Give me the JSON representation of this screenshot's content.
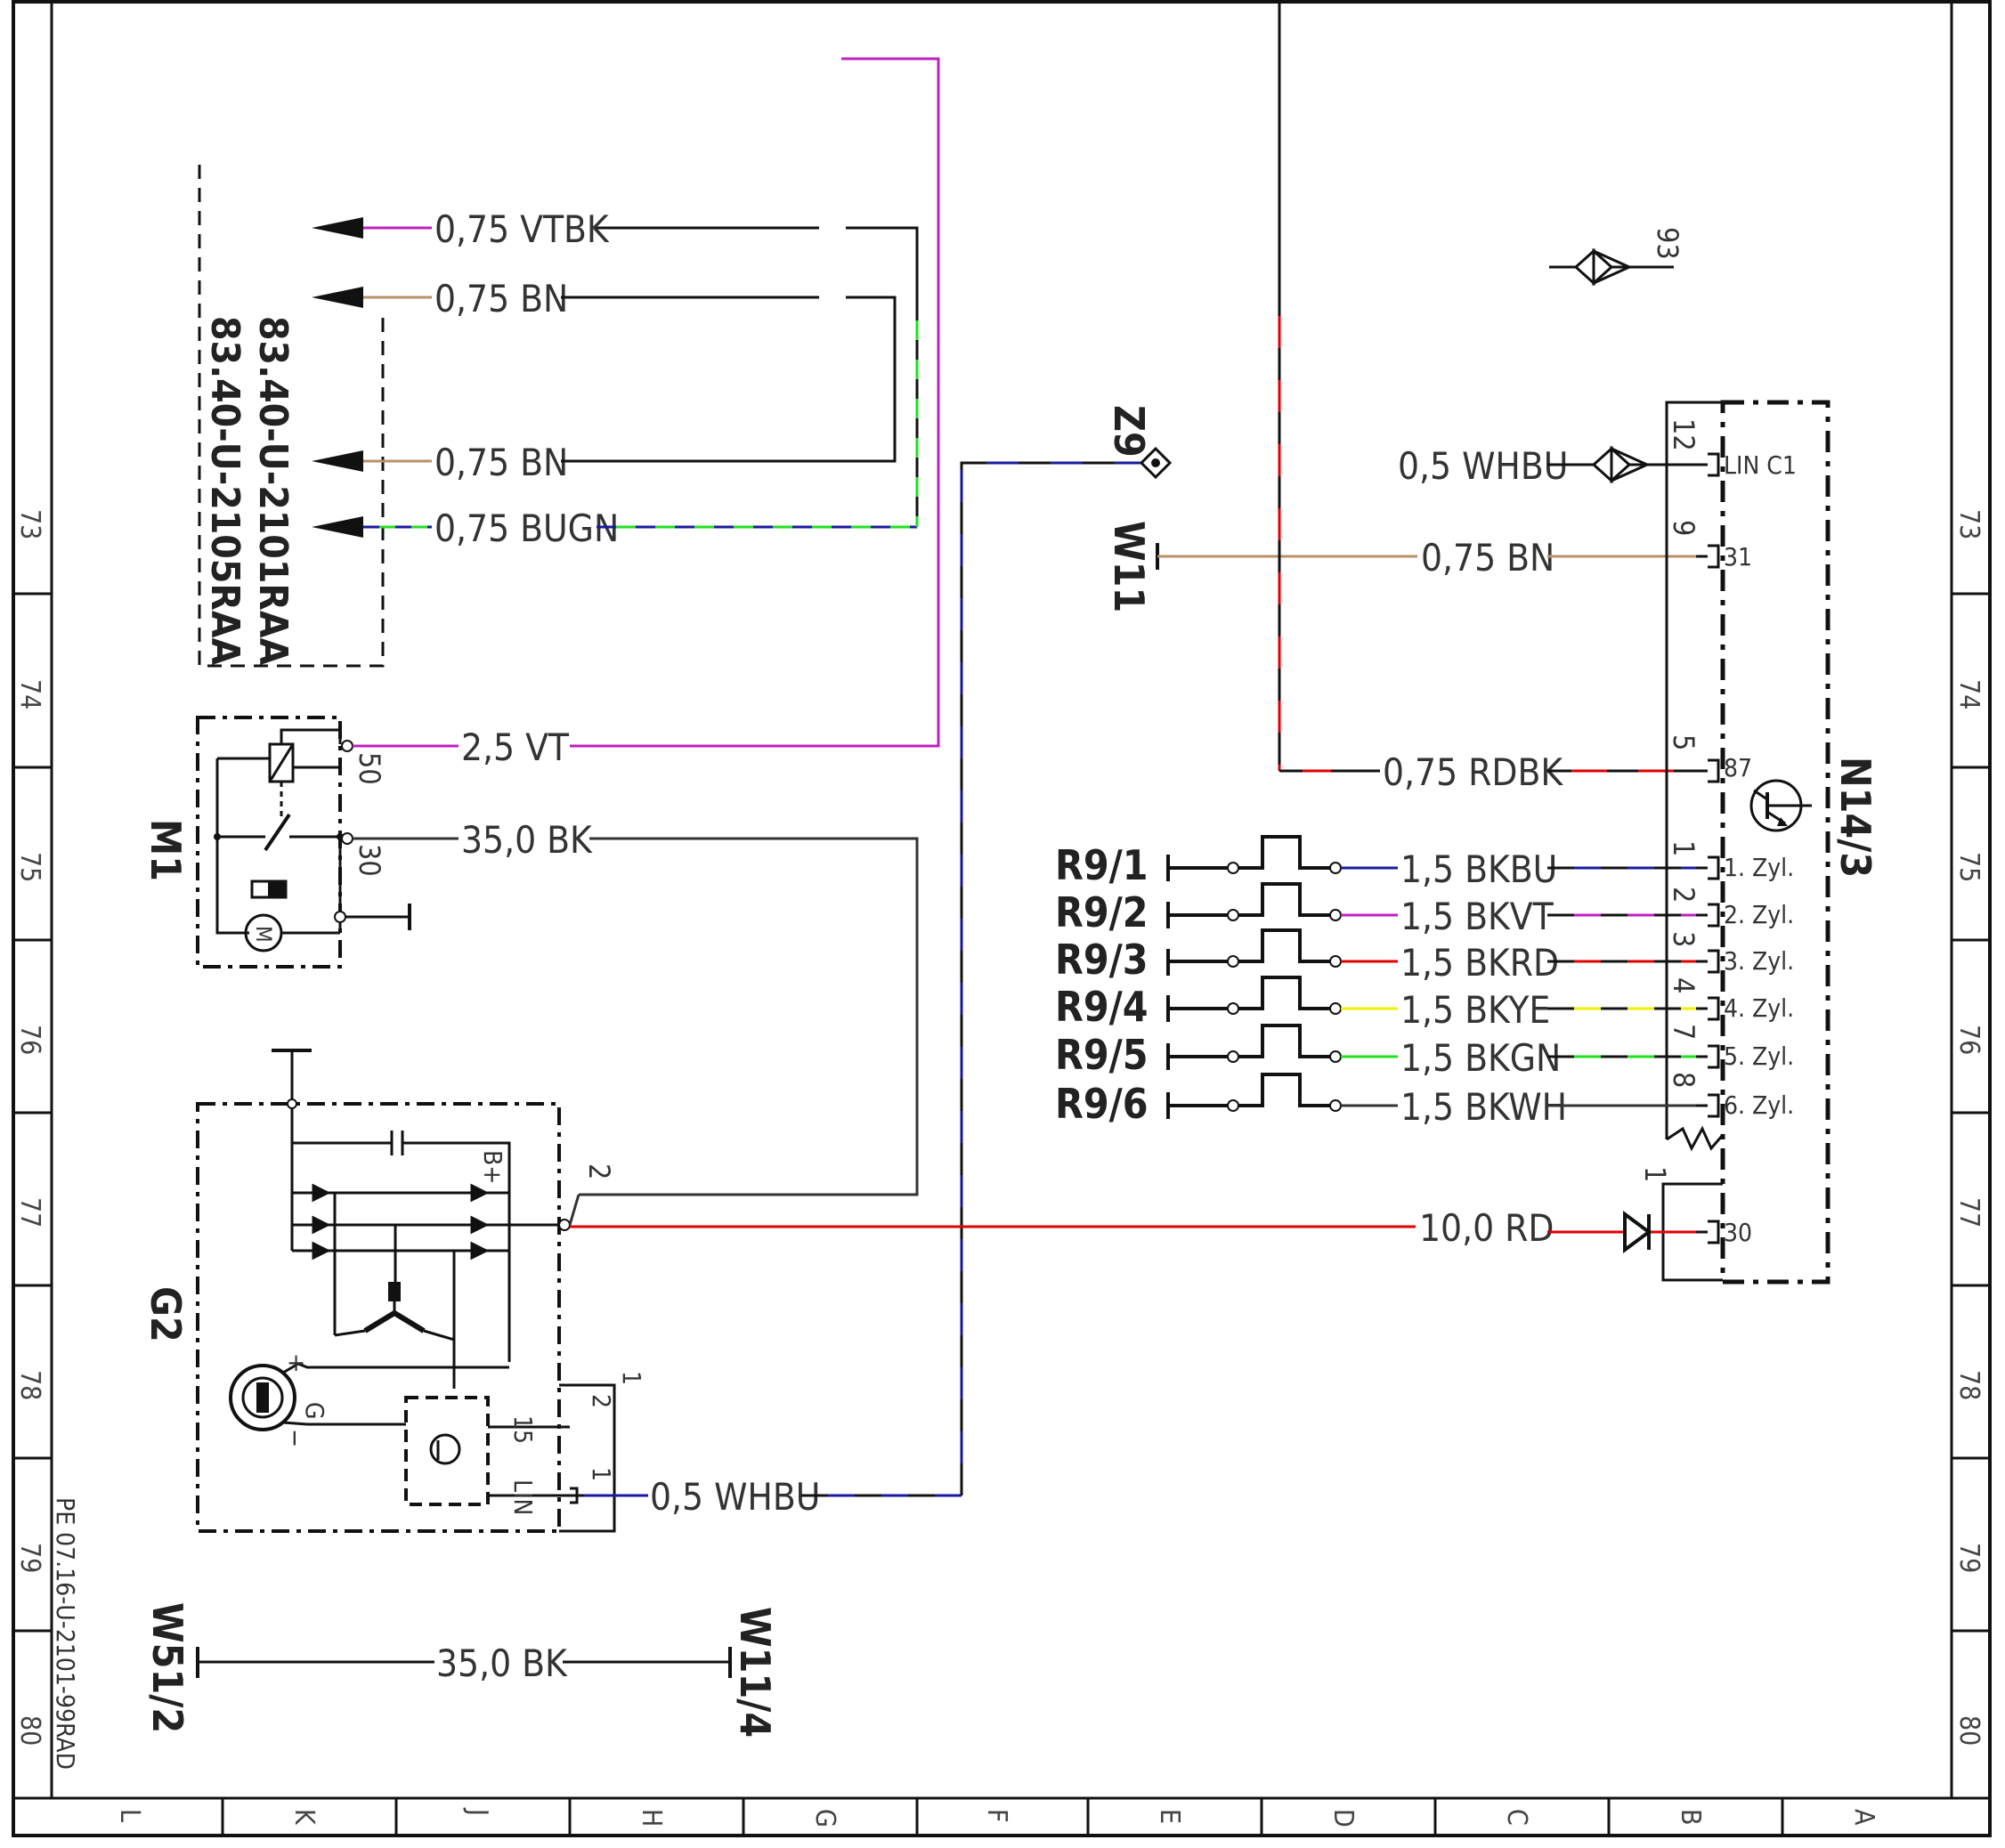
{
  "frame": {
    "row_numbers": [
      "73",
      "74",
      "75",
      "76",
      "77",
      "78",
      "79",
      "80"
    ],
    "column_letters": [
      "L",
      "K",
      "J",
      "H",
      "G",
      "F",
      "E",
      "D",
      "C",
      "B",
      "A"
    ],
    "drawing_code": "PE 07.16-U-2101-99RAD"
  },
  "references": {
    "ref_1": "83.40-U-2101RAA",
    "ref_2": "83.40-U-2105RAA",
    "ref_wires": [
      "0,75 VTBK",
      "0,75 BN",
      "0,75 BN",
      "0,75 BUGN"
    ]
  },
  "components": {
    "m1": {
      "label": "M1",
      "pin_50": "50",
      "pin_30": "30",
      "motor_mark": "M"
    },
    "g2": {
      "label": "G2",
      "pin_bplus": "B+",
      "pin_2": "2",
      "pin_15": "15",
      "pin_lin": "LIN",
      "pin_1a": "1",
      "pin_2b": "2",
      "pin_1b": "1",
      "plus": "+",
      "g": "G",
      "minus": "−"
    },
    "n14_3": {
      "label": "N14/3",
      "pins": [
        {
          "num": "12",
          "name": "LIN C1"
        },
        {
          "num": "9",
          "name": "31"
        },
        {
          "num": "5",
          "name": "87"
        },
        {
          "num": "1",
          "name": "1. Zyl."
        },
        {
          "num": "2",
          "name": "2. Zyl."
        },
        {
          "num": "3",
          "name": "3. Zyl."
        },
        {
          "num": "4",
          "name": "4. Zyl."
        },
        {
          "num": "7",
          "name": "5. Zyl."
        },
        {
          "num": "8",
          "name": "6. Zyl."
        }
      ],
      "pin_30_num": "1",
      "pin_30_name": "30"
    },
    "glow_plugs": [
      "R9/1",
      "R9/2",
      "R9/3",
      "R9/4",
      "R9/5",
      "R9/6"
    ],
    "z9": "Z9",
    "w11": "W11",
    "w51_2": "W51/2",
    "w11_4": "W11/4",
    "ref_93": "93"
  },
  "wires": {
    "m1_50": "2,5 VT",
    "m1_30": "35,0 BK",
    "n14_lin": "0,5 WHBU",
    "n14_31": "0,75 BN",
    "n14_87": "0,75 RDBK",
    "glow": [
      "1,5 BKBU",
      "1,5 BKVT",
      "1,5 BKRD",
      "1,5 BKYE",
      "1,5 BKGN",
      "1,5 BKWH"
    ],
    "main_rd": "10,0 RD",
    "g2_lin": "0,5 WHBU",
    "ground": "35,0 BK"
  },
  "colors": {
    "violet": "#c020c0",
    "brown": "#b8906a",
    "blue": "#1a1aa0",
    "green": "#20e020",
    "red": "#e00000",
    "yellow": "#f0f000",
    "black": "#111111"
  }
}
